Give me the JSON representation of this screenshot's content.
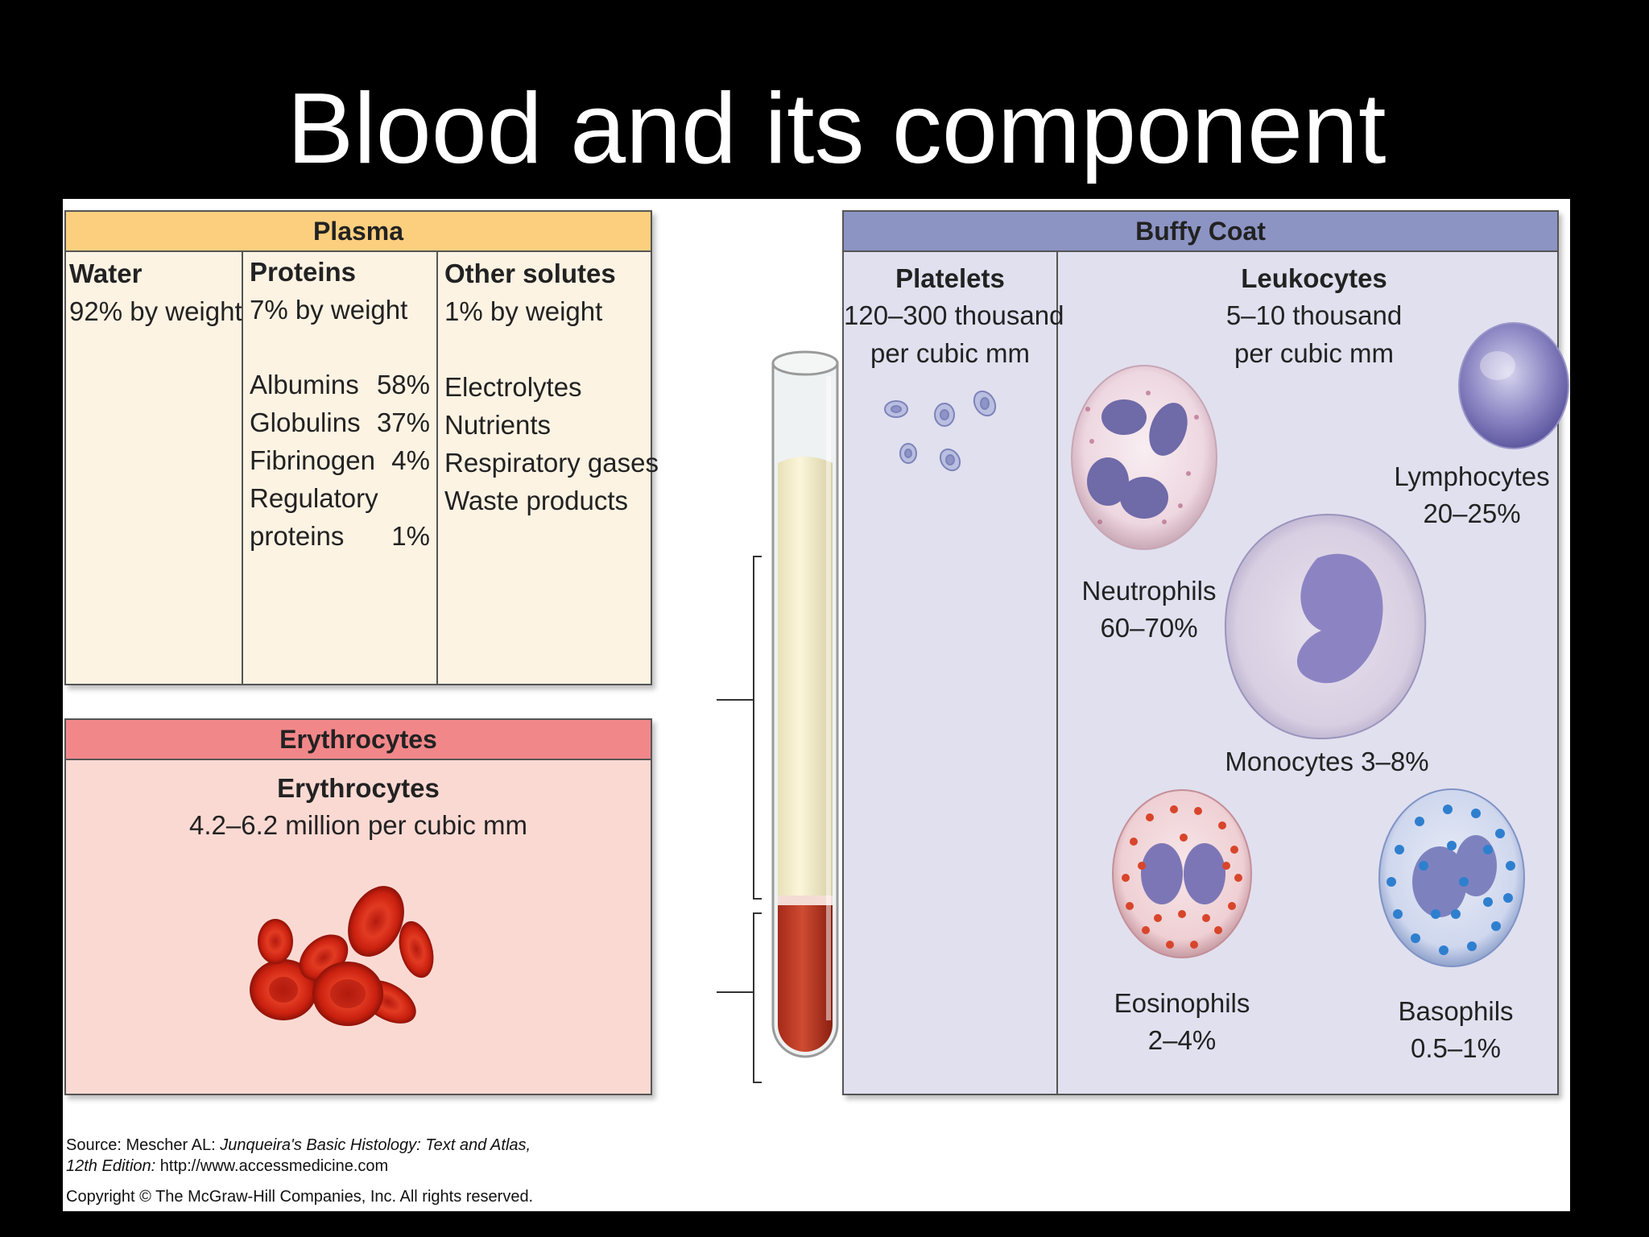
{
  "title": "Blood and its component",
  "plasma": {
    "header": "Plasma",
    "water": {
      "heading": "Water",
      "amount": "92% by weight"
    },
    "proteins": {
      "heading": "Proteins",
      "amount": "7% by weight",
      "items": [
        {
          "name": "Albumins",
          "pct": "58%"
        },
        {
          "name": "Globulins",
          "pct": "37%"
        },
        {
          "name": "Fibrinogen",
          "pct": "4%"
        },
        {
          "name": "Regulatory",
          "pct": ""
        },
        {
          "name": "proteins",
          "pct": "1%"
        }
      ]
    },
    "solutes": {
      "heading": "Other solutes",
      "amount": "1% by weight",
      "items": [
        "Electrolytes",
        "Nutrients",
        "Respiratory gases",
        "Waste products"
      ]
    }
  },
  "erythrocytes": {
    "header": "Erythrocytes",
    "heading": "Erythrocytes",
    "count": "4.2–6.2 million per cubic mm"
  },
  "buffy": {
    "header": "Buffy Coat",
    "platelets": {
      "heading": "Platelets",
      "line1": "120–300 thousand",
      "line2": "per cubic mm"
    },
    "leukocytes": {
      "heading": "Leukocytes",
      "line1": "5–10 thousand",
      "line2": "per cubic mm"
    },
    "cells": {
      "neutrophils": {
        "name": "Neutrophils",
        "pct": "60–70%"
      },
      "lymphocytes": {
        "name": "Lymphocytes",
        "pct": "20–25%"
      },
      "monocytes": {
        "label": "Monocytes 3–8%"
      },
      "eosinophils": {
        "name": "Eosinophils",
        "pct": "2–4%"
      },
      "basophils": {
        "name": "Basophils",
        "pct": "0.5–1%"
      }
    }
  },
  "source": {
    "prefix": "Source: Mescher AL: ",
    "book": "Junqueira's Basic Histology: Text and Atlas,",
    "edition": "12th Edition:",
    "url": " http://www.accessmedicine.com",
    "copyright": "Copyright © The McGraw-Hill Companies, Inc. All rights reserved."
  },
  "colors": {
    "plasma_header": "#fbcf7e",
    "plasma_body": "#fdf3e3",
    "ery_header": "#f2878a",
    "ery_body": "#fbd9d3",
    "buffy_header": "#8c94c4",
    "buffy_body": "#e1e0ef"
  }
}
